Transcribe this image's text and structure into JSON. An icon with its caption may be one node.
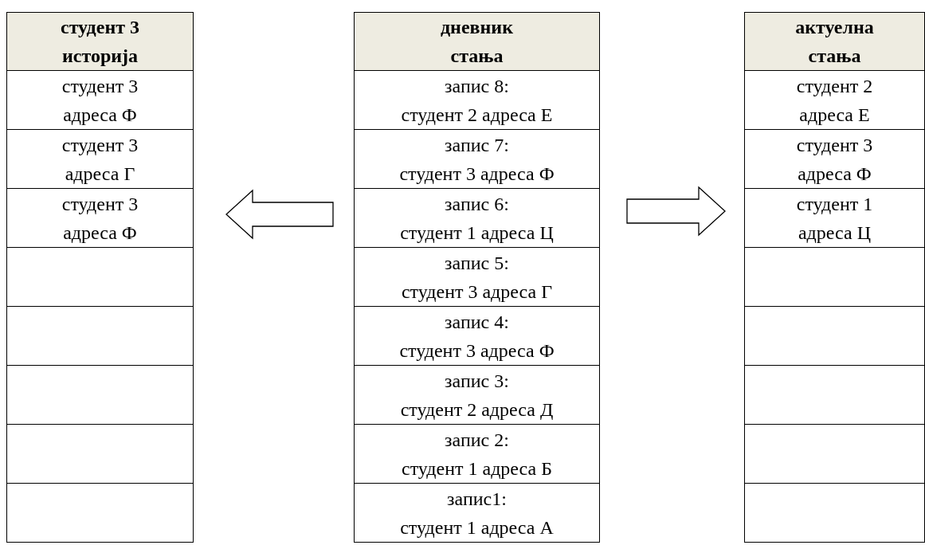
{
  "diagram": {
    "nodes": [
      {
        "text": [
          "студент 3 историја"
        ]
      },
      {
        "text": [
          "студент 3 адреса Ф"
        ],
        "in": 0
      },
      {
        "text": [
          "студент 3 адреса Г"
        ],
        "in": 0
      },
      {
        "text": [
          "студент 3 адреса Ф"
        ],
        "in": 0
      },
      {
        "text": [],
        "shape": "box",
        "in": 0
      },
      {
        "text": [],
        "shape": "box",
        "in": 0
      },
      {
        "text": [],
        "shape": "box",
        "in": 0
      },
      {
        "text": [],
        "shape": "box",
        "in": 0
      },
      {
        "text": [],
        "shape": "box",
        "in": 0
      },
      {
        "text": [
          "дневник стања"
        ]
      },
      {
        "text": [
          "запис 8:",
          "студент 2 адреса Е"
        ],
        "in": 9
      },
      {
        "text": [
          "запис 7:",
          "студент 3 адреса Ф"
        ],
        "in": 9
      },
      {
        "text": [
          "запис 6:",
          "студент 1 адреса Ц"
        ],
        "in": 9
      },
      {
        "text": [
          "запис 5:",
          "студент 3 адреса Г"
        ],
        "in": 9
      },
      {
        "text": [
          "запис 4:",
          "студент 3 адреса Ф"
        ],
        "in": 9
      },
      {
        "text": [
          "запис 3:",
          "студент 2 адреса Д"
        ],
        "in": 9
      },
      {
        "text": [
          "запис 2:",
          "студент 1 адреса Б"
        ],
        "in": 9
      },
      {
        "text": [
          "запис1:",
          "студент 1 адреса А"
        ],
        "in": 9
      },
      {
        "text": [
          "актуелна стања"
        ]
      },
      {
        "text": [
          "студент 2 адреса Е"
        ],
        "in": 18
      },
      {
        "text": [
          "студент 3 адреса Ф"
        ],
        "in": 18
      },
      {
        "text": [
          "студент 1 адреса Ц"
        ],
        "in": 18
      },
      {
        "text": [],
        "shape": "box",
        "in": 18
      },
      {
        "text": [],
        "shape": "box",
        "in": 18
      },
      {
        "text": [],
        "shape": "box",
        "in": 18
      },
      {
        "text": [],
        "shape": "box",
        "in": 18
      },
      {
        "text": [],
        "shape": "box",
        "in": 18
      }
    ],
    "edges": [
      {
        "from": 9,
        "to": 0,
        "arrow": "to"
      },
      {
        "from": 9,
        "to": 18,
        "arrow": "to"
      }
    ]
  }
}
